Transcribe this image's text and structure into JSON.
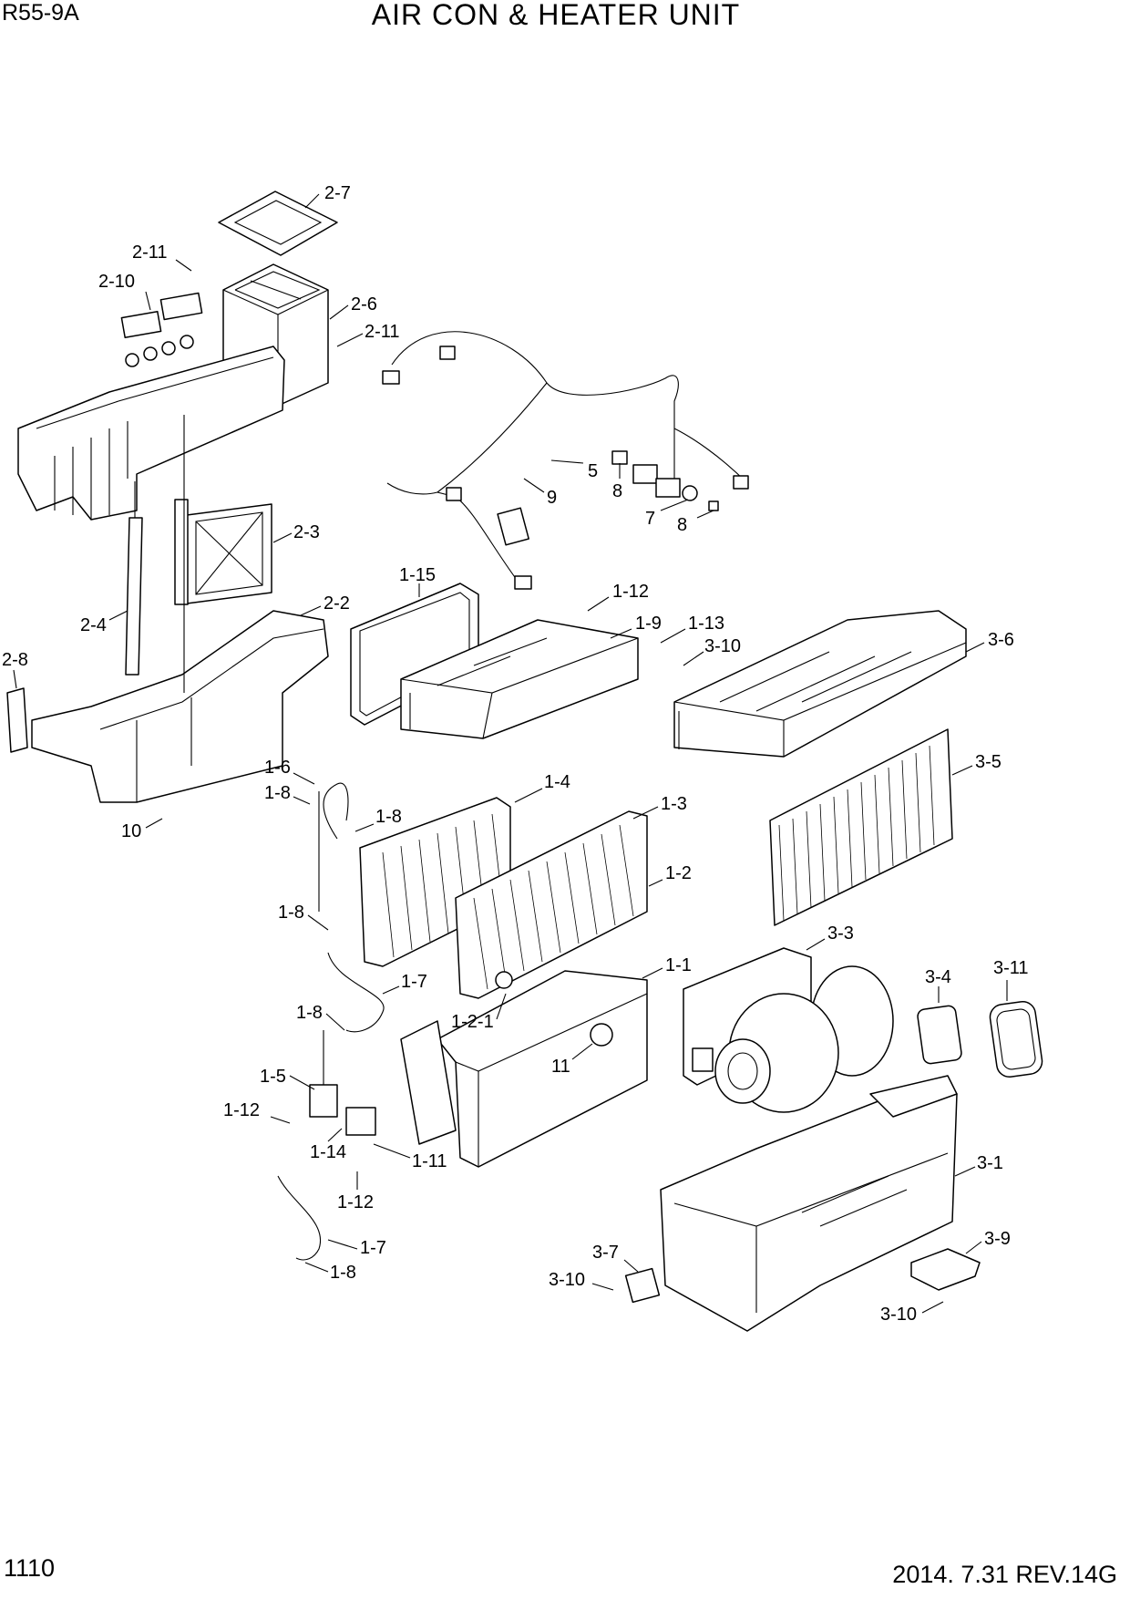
{
  "header": {
    "model": "R55-9A",
    "title": "AIR CON & HEATER UNIT"
  },
  "footer": {
    "page": "1110",
    "revision": "2014. 7.31  REV.14G"
  },
  "callouts": {
    "c2_7": "2-7",
    "c2_11a": "2-11",
    "c2_10": "2-10",
    "c2_6": "2-6",
    "c2_11b": "2-11",
    "c2_3": "2-3",
    "c2_4": "2-4",
    "c2_2": "2-2",
    "c2_8": "2-8",
    "c10": "10",
    "c5": "5",
    "c9": "9",
    "c8a": "8",
    "c7": "7",
    "c8b": "8",
    "c1_15": "1-15",
    "c1_12a": "1-12",
    "c1_9": "1-9",
    "c1_13": "1-13",
    "c3_10a": "3-10",
    "c3_6": "3-6",
    "c1_6": "1-6",
    "c1_8a": "1-8",
    "c1_8b": "1-8",
    "c1_4": "1-4",
    "c1_3": "1-3",
    "c3_5": "3-5",
    "c1_2": "1-2",
    "c1_8c": "1-8",
    "c1_7a": "1-7",
    "c1_1": "1-1",
    "c3_3": "3-3",
    "c3_4": "3-4",
    "c3_11": "3-11",
    "c1_8d": "1-8",
    "c1_2_1": "1-2-1",
    "c1_5": "1-5",
    "c11": "11",
    "c1_12b": "1-12",
    "c1_14": "1-14",
    "c1_11": "1-11",
    "c1_12c": "1-12",
    "c3_1": "3-1",
    "c1_7b": "1-7",
    "c1_8e": "1-8",
    "c3_7": "3-7",
    "c3_9": "3-9",
    "c3_10b": "3-10",
    "c3_10c": "3-10"
  }
}
